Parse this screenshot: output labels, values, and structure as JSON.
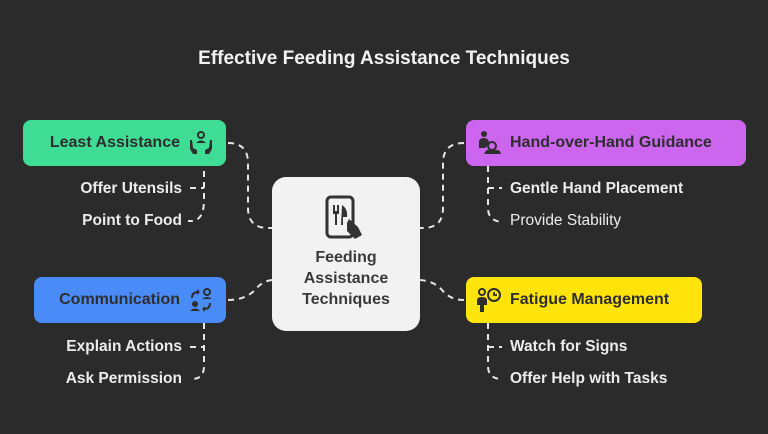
{
  "title": "Effective Feeding Assistance Techniques",
  "center": {
    "icon": "tablet-fork-knife-hand-icon",
    "line1": "Feeding",
    "line2": "Assistance",
    "line3": "Techniques",
    "color": "#f2f2f2"
  },
  "branches": [
    {
      "label": "Least Assistance",
      "icon": "person-supported-hands-icon",
      "color": "#3fdc95",
      "items": [
        "Offer Utensils",
        "Point to Food"
      ]
    },
    {
      "label": "Hand-over-Hand Guidance",
      "icon": "parent-child-icon",
      "color": "#cc66ee",
      "items": [
        "Gentle Hand Placement",
        "Provide Stability"
      ]
    },
    {
      "label": "Communication",
      "icon": "people-exchange-icon",
      "color": "#4a8cf7",
      "items": [
        "Explain Actions",
        "Ask Permission"
      ]
    },
    {
      "label": "Fatigue Management",
      "icon": "person-clock-icon",
      "color": "#ffe40c",
      "items": [
        "Watch for Signs",
        "Offer Help with Tasks"
      ]
    }
  ],
  "background": "#2b2b2b"
}
